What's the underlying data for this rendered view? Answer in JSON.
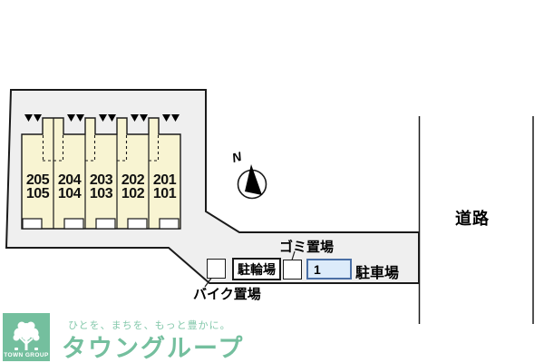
{
  "plan": {
    "units": [
      {
        "upper": "205",
        "lower": "105"
      },
      {
        "upper": "204",
        "lower": "104"
      },
      {
        "upper": "203",
        "lower": "103"
      },
      {
        "upper": "202",
        "lower": "102"
      },
      {
        "upper": "201",
        "lower": "101"
      }
    ],
    "compass_north": "N",
    "road_label": "道路",
    "garbage_label": "ゴミ置場",
    "bicycle_parking_label": "駐輪場",
    "bike_storage_label": "バイク置場",
    "car_parking_label": "駐車場",
    "parking_space_number": "1"
  },
  "footer": {
    "logo_text": "TOWN GROUP",
    "tagline": "ひとを、まちを、もっと豊かに。",
    "brand": "タウングループ"
  },
  "colors": {
    "building_fill": "#f8f4d2",
    "site_fill": "#efefef",
    "outline": "#1a1a1a",
    "parking_space_fill": "#dcebfa",
    "parking_space_border": "#4a6fa5",
    "logo_green": "#74bf9e",
    "tagline_green": "#85c9ac"
  }
}
